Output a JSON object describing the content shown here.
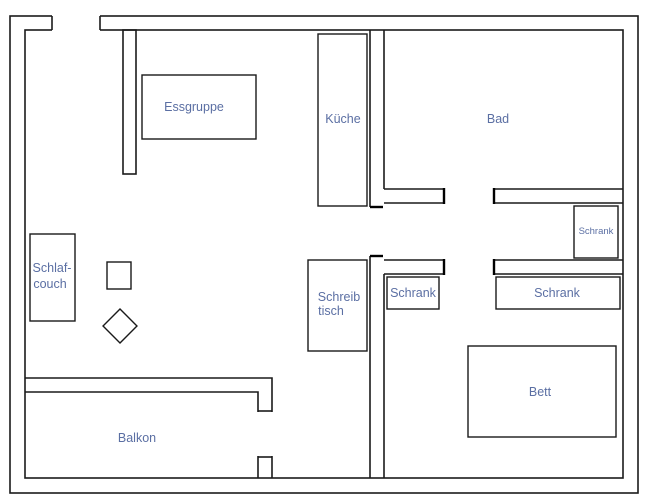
{
  "plan": {
    "label_color": "#5b6fa3",
    "wall_color": "#1a1a1a",
    "rooms": {
      "essgruppe": "Essgruppe",
      "kueche": "Küche",
      "bad": "Bad",
      "schrank_small": "Schrank",
      "schlafcouch_line1": "Schlaf-",
      "schlafcouch_line2": "couch",
      "schreibtisch_line1": "Schreib",
      "schreibtisch_line2": "tisch",
      "schrank_left": "Schrank",
      "schrank_right": "Schrank",
      "bett": "Bett",
      "balkon": "Balkon"
    }
  }
}
